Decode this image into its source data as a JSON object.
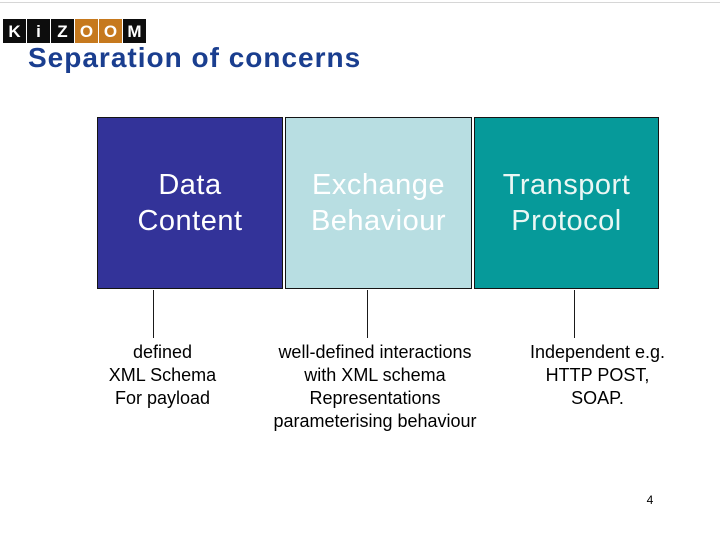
{
  "slide": {
    "title": "Separation of concerns",
    "title_color": "#1a3e8f",
    "page_number": "4",
    "background": "#ffffff"
  },
  "logo": {
    "name": "KiZOOM",
    "tiles": [
      {
        "char": "K",
        "bg": "#0d0d0d"
      },
      {
        "char": "i",
        "bg": "#0d0d0d"
      },
      {
        "char": "Z",
        "bg": "#0d0d0d"
      },
      {
        "char": "O",
        "bg": "#c6791e"
      },
      {
        "char": "O",
        "bg": "#c6791e"
      },
      {
        "char": "M",
        "bg": "#0d0d0d"
      }
    ]
  },
  "diagram": {
    "columns": [
      {
        "box": {
          "line1": "Data",
          "line2": "Content",
          "fill": "#333399",
          "text_color": "#ffffff"
        },
        "notes": [
          "defined",
          "XML Schema",
          "For payload"
        ]
      },
      {
        "box": {
          "line1": "Exchange",
          "line2": "Behaviour",
          "fill": "#b8dee2",
          "text_color": "#ffffff"
        },
        "notes": [
          "well-defined interactions",
          "with XML schema",
          "Representations",
          "parameterising behaviour"
        ]
      },
      {
        "box": {
          "line1": "Transport",
          "line2": "Protocol",
          "fill": "#069a9a",
          "text_color": "#eaf7f4"
        },
        "notes": [
          "Independent e.g.",
          "HTTP POST,",
          "SOAP."
        ]
      }
    ]
  }
}
